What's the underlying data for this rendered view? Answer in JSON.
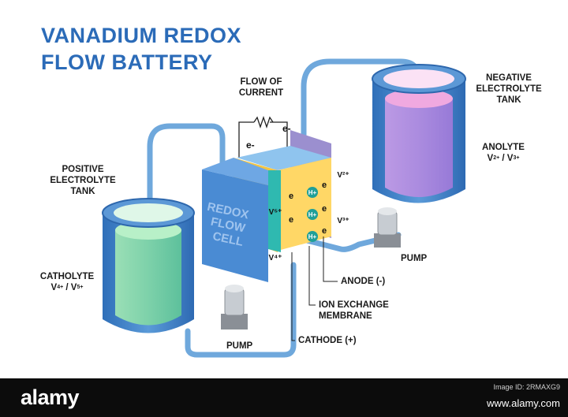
{
  "title": {
    "line1": "VANADIUM REDOX",
    "line2": "FLOW BATTERY"
  },
  "labels": {
    "flow_of_current": {
      "line1": "FLOW OF",
      "line2": "CURRENT"
    },
    "negative_tank": {
      "line1": "NEGATIVE",
      "line2": "ELECTROLYTE",
      "line3": "TANK"
    },
    "anolyte": {
      "line1": "ANOLYTE",
      "v_a": "V",
      "sup_a": "2+",
      "sep": " / ",
      "v_b": "V",
      "sup_b": "3+"
    },
    "positive_tank": {
      "line1": "POSITIVE",
      "line2": "ELECTROLYTE",
      "line3": "TANK"
    },
    "catholyte": {
      "line1": "CATHOLYTE",
      "v_a": "V",
      "sup_a": "4+",
      "sep": " / ",
      "v_b": "V",
      "sup_b": "5+"
    },
    "pump_right": "PUMP",
    "pump_left": "PUMP",
    "anode": "ANODE (-)",
    "ion_exchange": {
      "line1": "ION EXCHANGE",
      "line2": "MEMBRANE"
    },
    "cathode": "CATHODE (+)"
  },
  "cell": {
    "face_text": [
      "REDOX",
      "FLOW",
      "CELL"
    ],
    "electron": "e",
    "electron_sup": "-",
    "proton": "H",
    "proton_sup": "+",
    "v5": "V⁵⁺",
    "v4": "V⁴⁺",
    "v2": "V²⁺",
    "v3": "V³⁺"
  },
  "footer": {
    "logo": "alamy",
    "image_id": "Image ID: 2RMAXG9",
    "url": "www.alamy.com"
  },
  "colors": {
    "title": "#2b6bb8",
    "tube": "#6fa8dc",
    "tank_blue": "#3d7ec9",
    "catholyte_liquid": "#86d9a6",
    "anolyte_liquid": "#e48fd0",
    "cell_blue": "#4a8bd3",
    "electrode_yellow": "#f4c542",
    "membrane_teal": "#2fb9b0",
    "footer_bg": "#0c0c0c"
  }
}
